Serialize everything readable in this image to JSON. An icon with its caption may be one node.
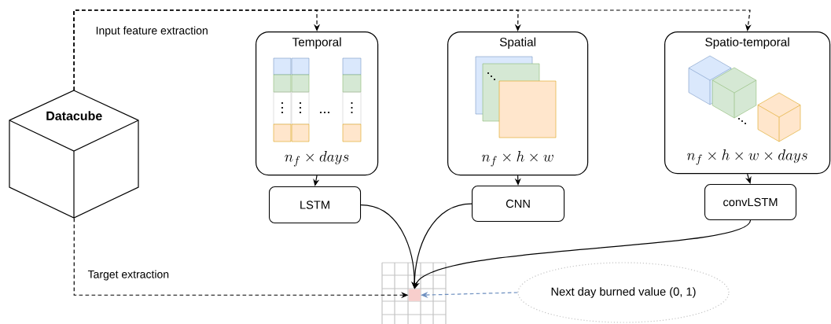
{
  "diagram": {
    "nodes": [
      {
        "text": [
          "Datacube"
        ]
      },
      {
        "text": [
          "Temporal",
          "n_f \\times days"
        ]
      },
      {
        "text": [
          "Spatial",
          "n_f \\times h \\times w"
        ]
      },
      {
        "text": [
          "Spatio-temporal",
          "n_f \\times h \\times w \\times days"
        ]
      },
      {
        "text": [
          "LSTM"
        ]
      },
      {
        "text": [
          "CNN"
        ]
      },
      {
        "text": [
          "convLSTM"
        ]
      },
      {
        "text": [],
        "shape": "box"
      },
      {
        "text": [
          "Next day burned value (0, 1)"
        ]
      }
    ],
    "edges": [
      {
        "from": 0,
        "to": 1,
        "arrow": "to",
        "style": "dashed",
        "label": "Input feature extraction"
      },
      {
        "from": 0,
        "to": 2,
        "arrow": "to",
        "style": "dashed"
      },
      {
        "from": 0,
        "to": 3,
        "arrow": "to",
        "style": "dashed"
      },
      {
        "from": 0,
        "to": 7,
        "arrow": "to",
        "style": "dashed",
        "label": "Target extraction"
      },
      {
        "from": 1,
        "to": 4,
        "arrow": "to"
      },
      {
        "from": 2,
        "to": 5,
        "arrow": "to"
      },
      {
        "from": 3,
        "to": 6,
        "arrow": "to"
      },
      {
        "from": 4,
        "to": 7,
        "arrow": "to"
      },
      {
        "from": 5,
        "to": 7,
        "arrow": "to"
      },
      {
        "from": 6,
        "to": 7,
        "arrow": "to"
      },
      {
        "from": 8,
        "to": 7,
        "arrow": "to",
        "style": "dashed",
        "color": "#6c8ebf"
      }
    ]
  }
}
